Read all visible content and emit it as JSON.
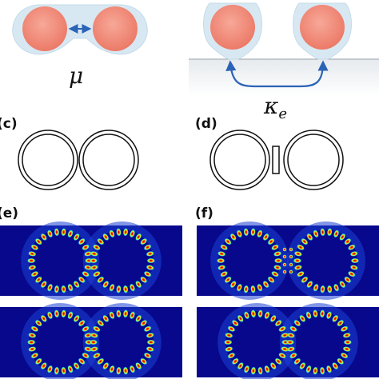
{
  "labels": {
    "c": "(c)",
    "d": "(d)",
    "e": "(e)",
    "f": "(f)"
  },
  "symbols": {
    "mu": "μ",
    "kappa": "κ",
    "kappa_sub": "e"
  },
  "colors": {
    "resonator": "#f3917e",
    "halo": "#cfe3ef",
    "coupling_arrow": "#2b63b6",
    "field_background": "#08088c"
  }
}
